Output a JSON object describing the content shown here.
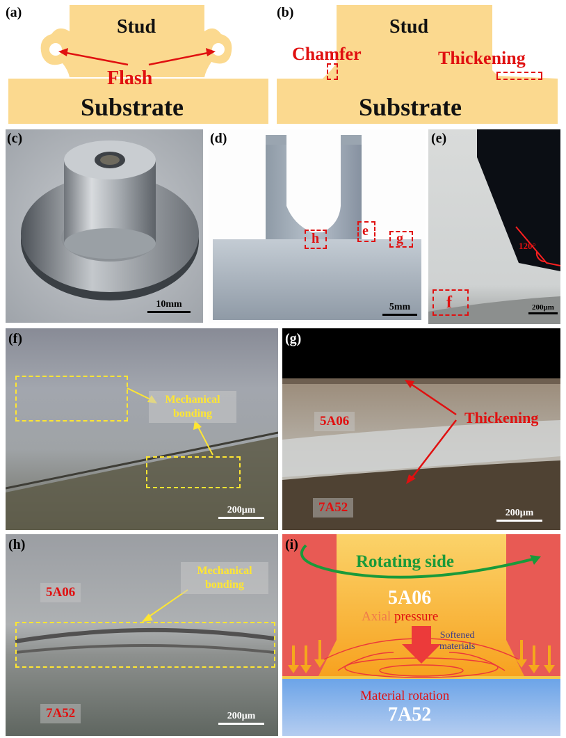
{
  "panels": {
    "a": {
      "label": "(a)",
      "stud": "Stud",
      "flash": "Flash",
      "substrate": "Substrate"
    },
    "b": {
      "label": "(b)",
      "stud": "Stud",
      "chamfer": "Chamfer",
      "thickening": "Thickening",
      "substrate": "Substrate"
    },
    "c": {
      "label": "(c)",
      "scale": "10mm"
    },
    "d": {
      "label": "(d)",
      "scale": "5mm",
      "box_h": "h",
      "box_e": "e",
      "box_g": "g"
    },
    "e": {
      "label": "(e)",
      "angle": "120°",
      "box_f": "f",
      "scale": "200μm"
    },
    "f": {
      "label": "(f)",
      "annotation": "Mechanical bonding",
      "scale": "200μm"
    },
    "g": {
      "label": "(g)",
      "material_top": "5A06",
      "annotation": "Thickening",
      "material_bottom": "7A52",
      "scale": "200μm"
    },
    "h": {
      "label": "(h)",
      "material_top": "5A06",
      "annotation": "Mechanical bonding",
      "material_bottom": "7A52",
      "scale": "200μm"
    },
    "i": {
      "label": "(i)",
      "rotating": "Rotating side",
      "material_top": "5A06",
      "axial_a": "Axial ",
      "axial_b": "pressure",
      "softened_a": "Softened",
      "softened_b": "materials",
      "rotation": "Material rotation",
      "material_bottom": "7A52"
    }
  },
  "colors": {
    "tan": "#fbd98f",
    "red": "#e01010",
    "yellow": "#ffe632",
    "green": "#1a9a3a",
    "orange": "#f5a81c",
    "blue": "#6aa3e8",
    "salmon": "#e85a54"
  }
}
